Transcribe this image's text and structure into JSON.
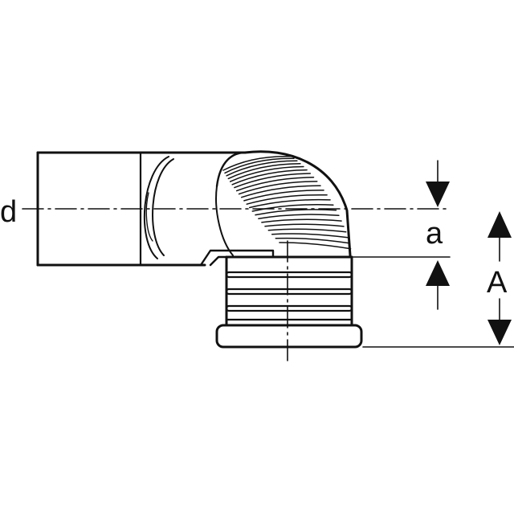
{
  "labels": {
    "d": "d",
    "a": "a",
    "A": "A"
  },
  "colors": {
    "line": "#111111",
    "background": "#ffffff"
  }
}
